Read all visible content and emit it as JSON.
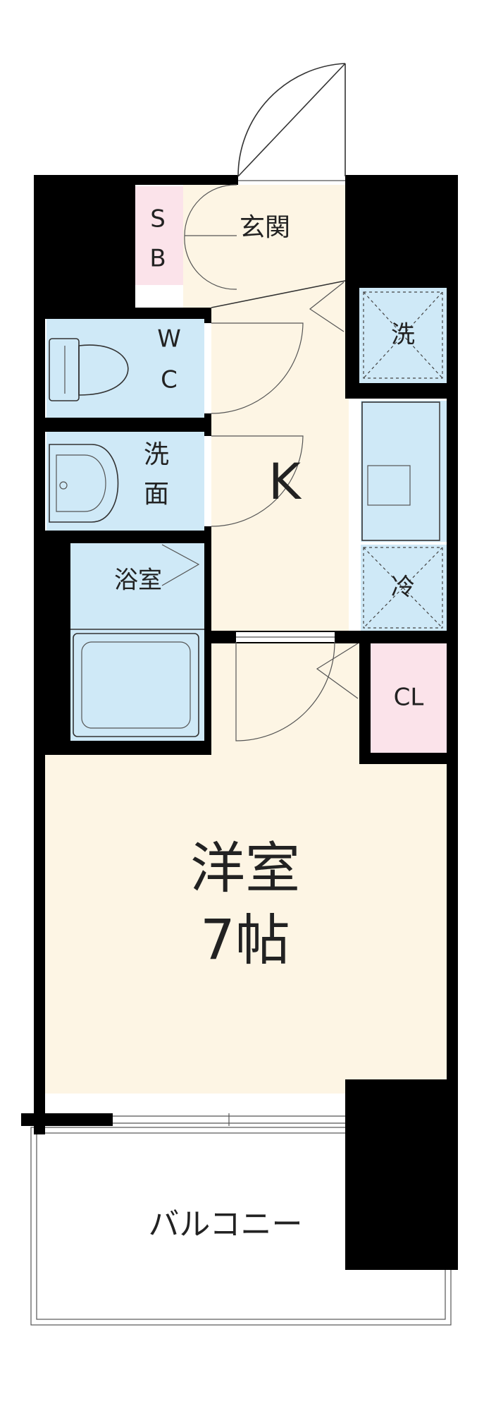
{
  "colors": {
    "floor": "#fdf5e4",
    "wet_area": "#cfe9f7",
    "storage": "#fbe3ea",
    "wall": "#000000",
    "background": "#ffffff"
  },
  "rooms": {
    "shoe_box": {
      "line1": "S",
      "line2": "B"
    },
    "entrance": {
      "label": "玄関"
    },
    "toilet": {
      "line1": "W",
      "line2": "C"
    },
    "washroom": {
      "line1": "洗",
      "line2": "面"
    },
    "bathroom": {
      "label": "浴室"
    },
    "kitchen": {
      "label": "K"
    },
    "laundry": {
      "label": "洗"
    },
    "fridge": {
      "label": "冷"
    },
    "closet": {
      "label": "CL"
    },
    "western_room": {
      "label": "洋室",
      "size": "7帖"
    },
    "balcony": {
      "label": "バルコニー"
    }
  },
  "icons": {
    "toilet": "toilet-icon",
    "sink": "sink-icon",
    "bathtub": "bathtub-icon",
    "kitchen_counter": "kitchen-counter-icon"
  }
}
